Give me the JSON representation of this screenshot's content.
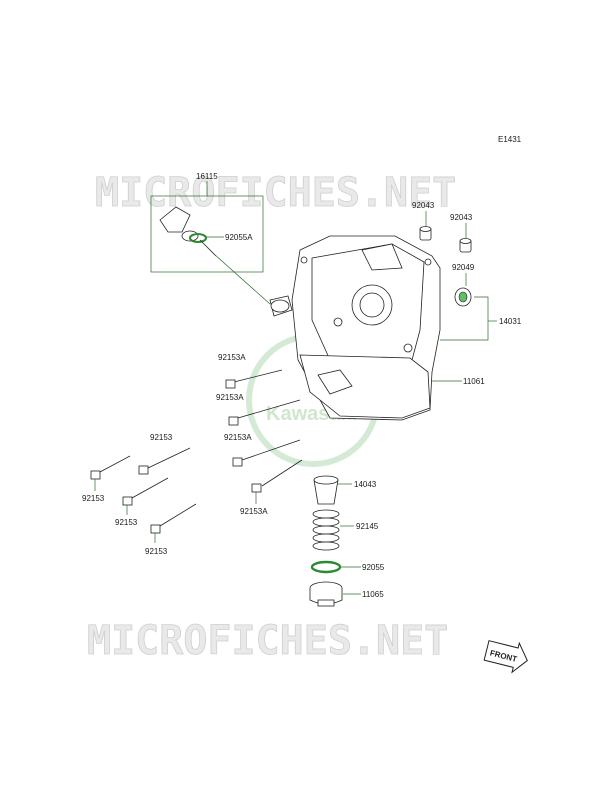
{
  "diagram_id": "E1431",
  "watermark": {
    "text_top": "MICROFICHES.NET",
    "text_bottom": "MICROFICHES.NET",
    "logo_text": "Kawasaki"
  },
  "front_badge": "FRONT",
  "part_labels": {
    "p16115": "16115",
    "p92055A": "92055A",
    "p92043a": "92043",
    "p92043b": "92043",
    "p92049": "92049",
    "p14031": "14031",
    "p92153A_1": "92153A",
    "p92153A_2": "92153A",
    "p92153A_3": "92153A",
    "p92153A_4": "92153A",
    "p11061": "11061",
    "p92153_1": "92153",
    "p92153_2": "92153",
    "p92153_3": "92153",
    "p92153_4": "92153",
    "p14043": "14043",
    "p92145": "92145",
    "p92055": "92055",
    "p11065": "11065"
  },
  "colors": {
    "accent": "#5fbf66",
    "leader": "#2a6b2a"
  }
}
